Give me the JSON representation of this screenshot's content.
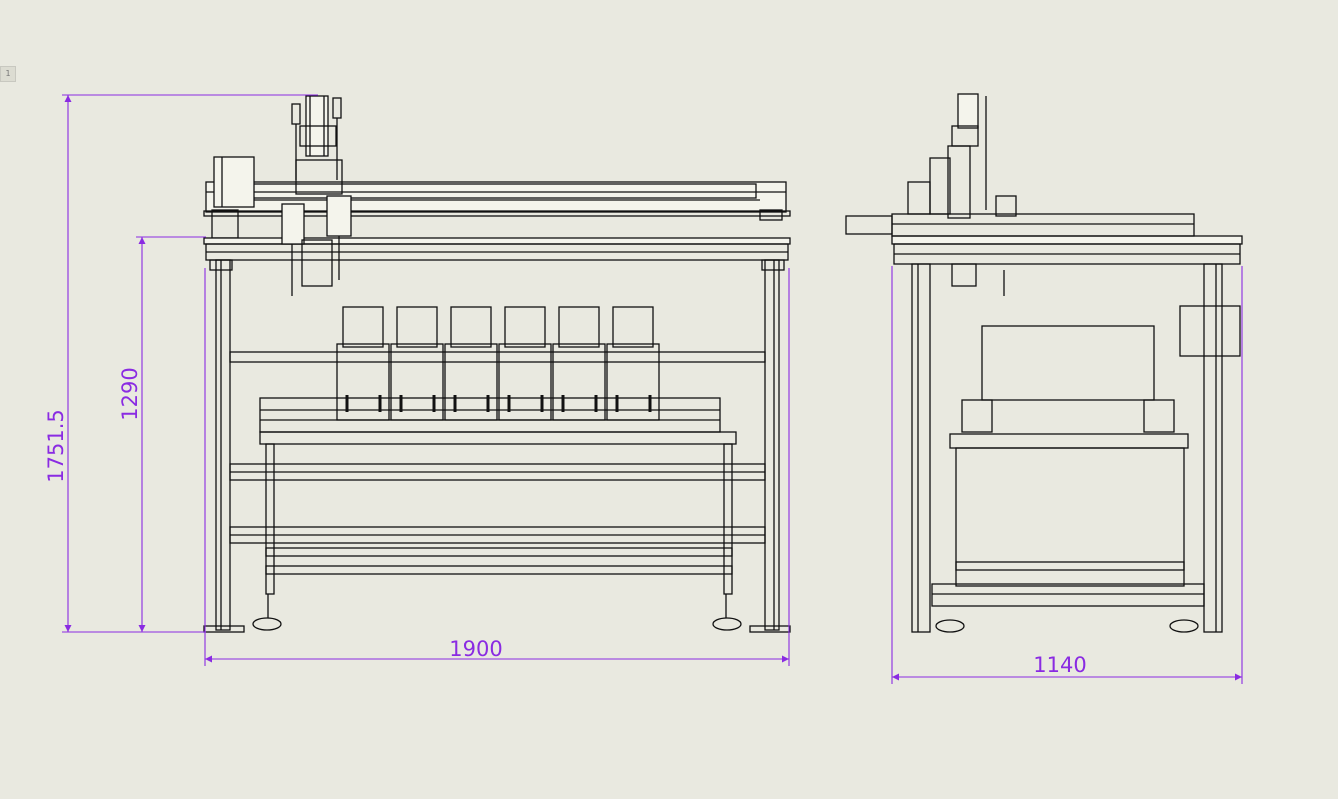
{
  "drawing": {
    "front_view": {
      "dimensions": {
        "overall_height": "1751.5",
        "table_height": "1290",
        "width": "1900"
      }
    },
    "side_view": {
      "dimensions": {
        "depth": "1140"
      }
    },
    "colors": {
      "background": "#e9e9e0",
      "line": "#111111",
      "dimension": "#8a2be2"
    }
  }
}
